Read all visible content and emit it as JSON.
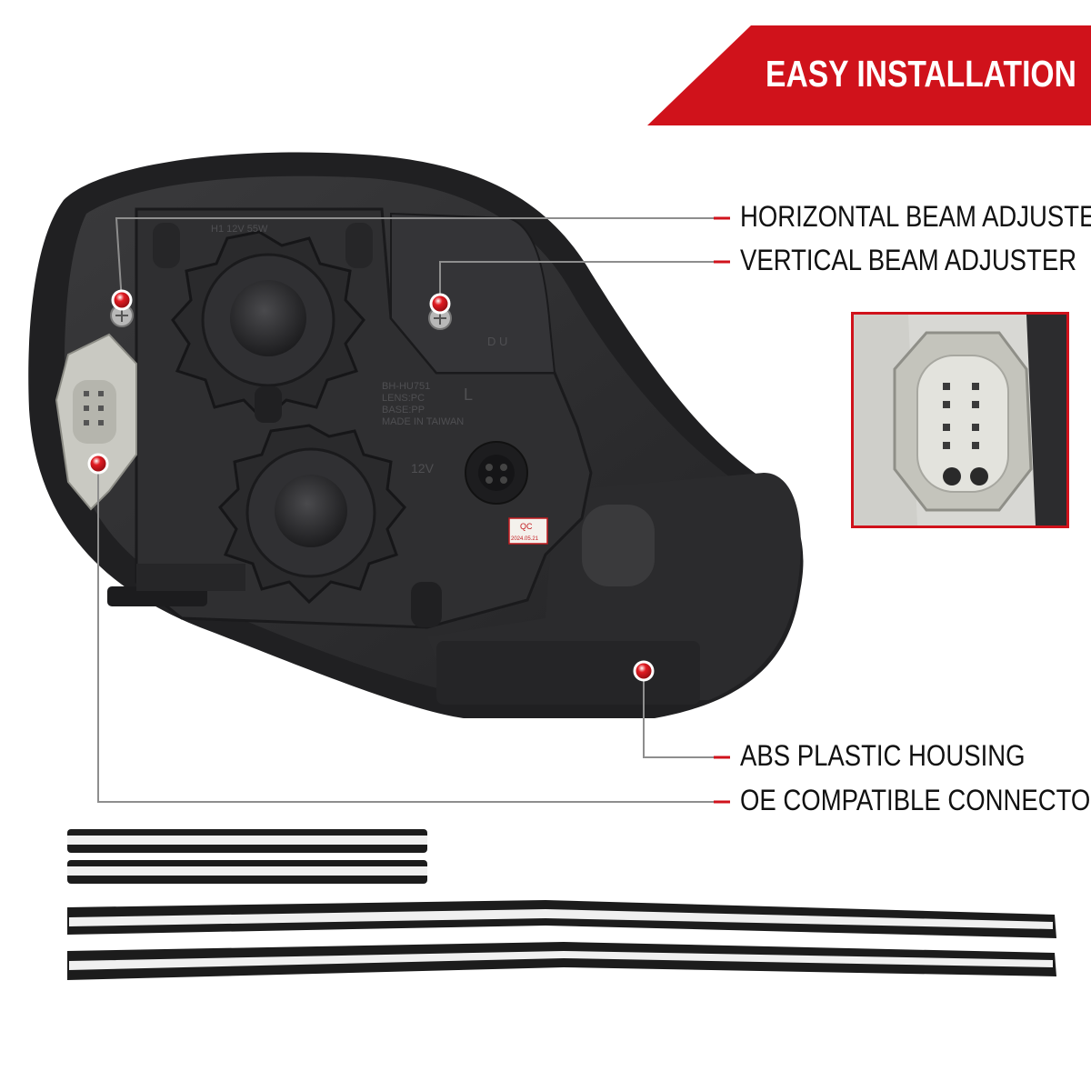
{
  "banner": {
    "title": "EASY INSTALLATION"
  },
  "callouts": {
    "horizontal": "HORIZONTAL BEAM ADJUSTER",
    "vertical": "VERTICAL BEAM ADJUSTER",
    "housing": "ABS PLASTIC HOUSING",
    "connector": "OE COMPATIBLE CONNECTOR"
  },
  "housing_markings": {
    "bulb_top": "H1 12V 55W",
    "model": "BH-HU751",
    "lens": "LENS:PC",
    "base": "BASE:PP",
    "origin": "MADE IN TAIWAN",
    "side": "L",
    "dir": "D U",
    "volt": "12V"
  },
  "qc_sticker": {
    "title": "QC",
    "date": "2024.05.21"
  },
  "colors": {
    "accent": "#d0121b",
    "housing": "#2e2e30",
    "connector": "#cfcfc8"
  }
}
